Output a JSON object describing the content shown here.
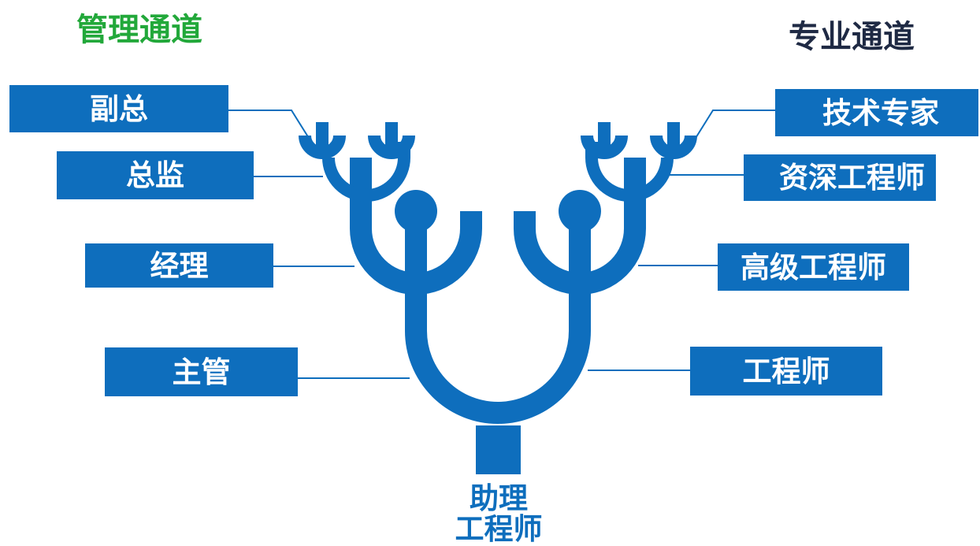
{
  "titles": {
    "management": "管理通道",
    "professional": "专业通道"
  },
  "management_levels": [
    "副总",
    "总监",
    "经理",
    "主管"
  ],
  "professional_levels": [
    "技术专家",
    "资深工程师",
    "高级工程师",
    "工程师"
  ],
  "root": {
    "line1": "助理",
    "line2": "工程师"
  },
  "colors": {
    "tree": "#0e6ebd",
    "box": "#0e6ebd",
    "management_title": "#22a83a",
    "professional_title": "#1f2a44"
  }
}
